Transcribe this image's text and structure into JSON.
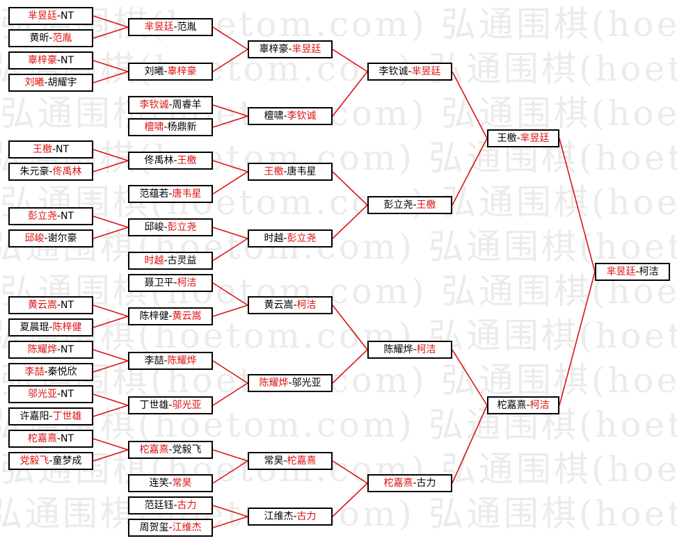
{
  "watermark": "弘通围棋(hoetom.com)",
  "colors": {
    "winner": "#dd1111",
    "text": "#000000",
    "connector": "#dd1111",
    "watermark": "#ebebeb"
  },
  "rounds": [
    [
      {
        "a": "芈昱廷",
        "b": "NT",
        "w": "a"
      },
      {
        "a": "黄昕",
        "b": "范胤",
        "w": "b"
      },
      {
        "a": "辜梓豪",
        "b": "NT",
        "w": "a"
      },
      {
        "a": "刘曦",
        "b": "胡耀宇",
        "w": "a"
      },
      {
        "a": "王檄",
        "b": "NT",
        "w": "a"
      },
      {
        "a": "朱元豪",
        "b": "佟禹林",
        "w": "b"
      },
      {
        "a": "彭立尧",
        "b": "NT",
        "w": "a"
      },
      {
        "a": "邱峻",
        "b": "谢尔豪",
        "w": "a"
      },
      {
        "a": "黄云嵩",
        "b": "NT",
        "w": "a"
      },
      {
        "a": "夏晨琨",
        "b": "陈梓健",
        "w": "b"
      },
      {
        "a": "陈耀烨",
        "b": "NT",
        "w": "a"
      },
      {
        "a": "李喆",
        "b": "秦悦欣",
        "w": "a"
      },
      {
        "a": "邬光亚",
        "b": "NT",
        "w": "a"
      },
      {
        "a": "许嘉阳",
        "b": "丁世雄",
        "w": "b"
      },
      {
        "a": "柁嘉熹",
        "b": "NT",
        "w": "a"
      },
      {
        "a": "党毅飞",
        "b": "童梦成",
        "w": "a"
      }
    ],
    [
      {
        "a": "芈昱廷",
        "b": "范胤",
        "w": "a"
      },
      {
        "a": "刘曦",
        "b": "辜梓豪",
        "w": "b"
      },
      {
        "a": "李钦诚",
        "b": "周睿羊",
        "w": "a"
      },
      {
        "a": "檀啸",
        "b": "杨鼎新",
        "w": "a"
      },
      {
        "a": "佟禹林",
        "b": "王檄",
        "w": "b"
      },
      {
        "a": "范蕴若",
        "b": "唐韦星",
        "w": "b"
      },
      {
        "a": "邱峻",
        "b": "彭立尧",
        "w": "b"
      },
      {
        "a": "时越",
        "b": "古灵益",
        "w": "a"
      },
      {
        "a": "聂卫平",
        "b": "柯洁",
        "w": "b"
      },
      {
        "a": "陈梓健",
        "b": "黄云嵩",
        "w": "b"
      },
      {
        "a": "李喆",
        "b": "陈耀烨",
        "w": "b"
      },
      {
        "a": "丁世雄",
        "b": "邬光亚",
        "w": "b"
      },
      {
        "a": "柁嘉熹",
        "b": "党毅飞",
        "w": "a"
      },
      {
        "a": "连笑",
        "b": "常昊",
        "w": "b"
      },
      {
        "a": "范廷钰",
        "b": "古力",
        "w": "b"
      },
      {
        "a": "周贺玺",
        "b": "江维杰",
        "w": "b"
      }
    ],
    [
      {
        "a": "辜梓豪",
        "b": "芈昱廷",
        "w": "b"
      },
      {
        "a": "檀啸",
        "b": "李钦诚",
        "w": "b"
      },
      {
        "a": "王檄",
        "b": "唐韦星",
        "w": "a"
      },
      {
        "a": "时越",
        "b": "彭立尧",
        "w": "b"
      },
      {
        "a": "黄云嵩",
        "b": "柯洁",
        "w": "b"
      },
      {
        "a": "陈耀烨",
        "b": "邬光亚",
        "w": "a"
      },
      {
        "a": "常昊",
        "b": "柁嘉熹",
        "w": "b"
      },
      {
        "a": "江维杰",
        "b": "古力",
        "w": "b"
      }
    ],
    [
      {
        "a": "李钦诚",
        "b": "芈昱廷",
        "w": "b"
      },
      {
        "a": "彭立尧",
        "b": "王檄",
        "w": "b"
      },
      {
        "a": "陈耀烨",
        "b": "柯洁",
        "w": "b"
      },
      {
        "a": "柁嘉熹",
        "b": "古力",
        "w": "a"
      }
    ],
    [
      {
        "a": "王檄",
        "b": "芈昱廷",
        "w": "b"
      },
      {
        "a": "柁嘉熹",
        "b": "柯洁",
        "w": "b"
      }
    ],
    [
      {
        "a": "芈昱廷",
        "b": "柯洁",
        "w": "a"
      }
    ]
  ]
}
